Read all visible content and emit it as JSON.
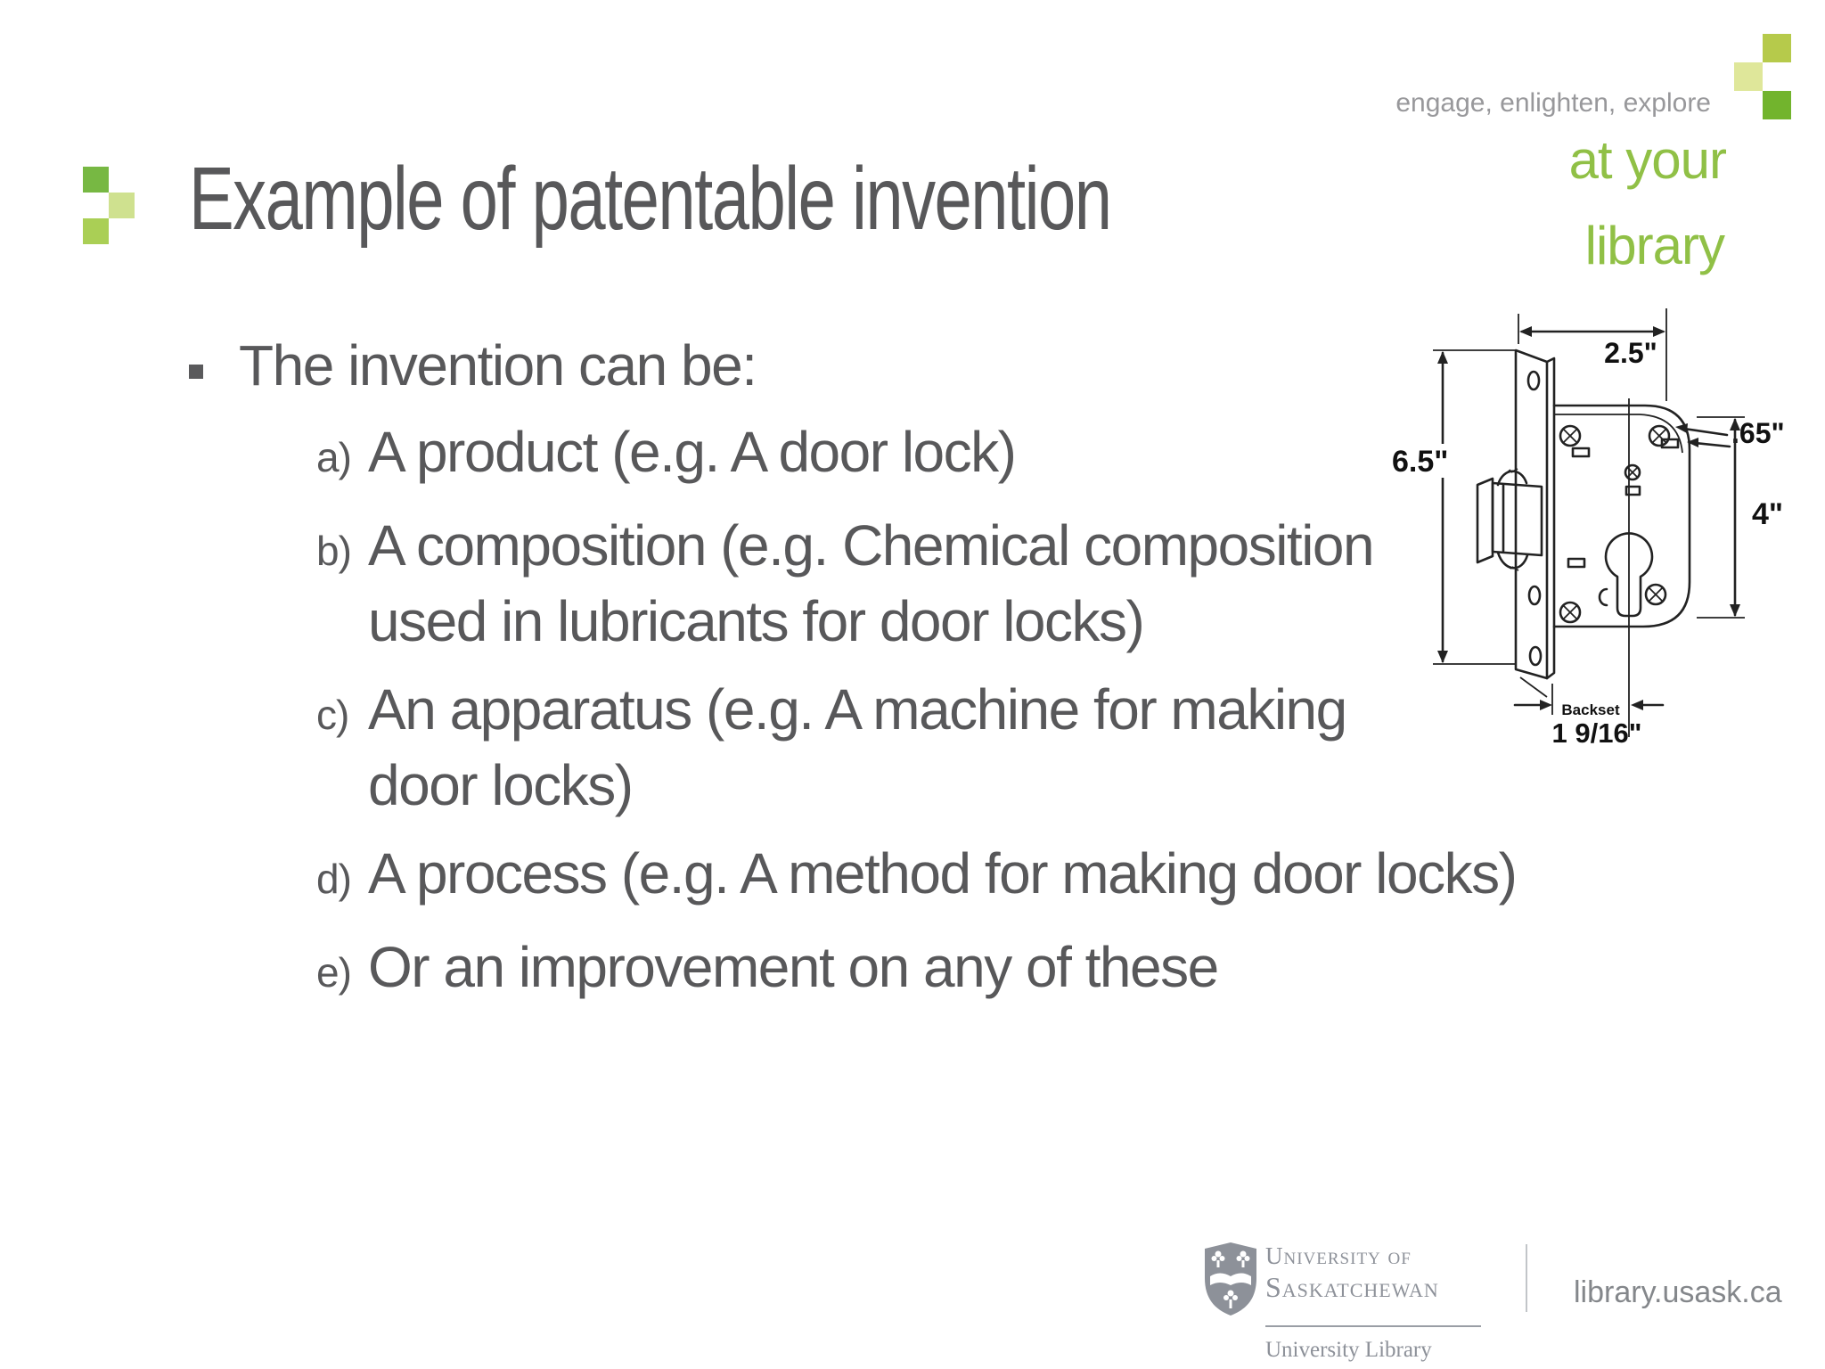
{
  "slide": {
    "title": "Example of patentable invention",
    "intro": "The invention can be:",
    "items": [
      {
        "label": "a)",
        "text": "A product (e.g. A door lock)"
      },
      {
        "label": "b)",
        "text": "A composition (e.g. Chemical composition\nused in lubricants for door locks)"
      },
      {
        "label": "c)",
        "text": "An apparatus (e.g. A machine for making\ndoor locks)"
      },
      {
        "label": "d)",
        "text": "A process (e.g. A method for making door locks)"
      },
      {
        "label": "e)",
        "text": "Or an improvement on any of these"
      }
    ]
  },
  "brand": {
    "tagline": "engage, enlighten, explore",
    "wordmark_line1": "at your",
    "wordmark_line2": "library",
    "colors": {
      "title_square_dark": "#77b843",
      "title_square_pale": "#cfe18f",
      "title_square_mid": "#aacf55",
      "logo_square_olive": "#b6ca4b",
      "logo_square_pale": "#dfe79a",
      "logo_square_green": "#72b42d",
      "green_text": "#90c046",
      "body_gray": "#58585a",
      "tagline_gray": "#98989b",
      "footer_gray": "#8d9199"
    }
  },
  "diagram": {
    "labels": {
      "width": "2.5\"",
      "edge_thickness": ".65\"",
      "faceplate_height": "6.5\"",
      "body_height": "4\"",
      "backset_caption": "Backset",
      "backset_value": "1 9/16\""
    }
  },
  "footer": {
    "university_line1": "University of",
    "university_line2": "Saskatchewan",
    "department": "University Library",
    "website": "library.usask.ca"
  }
}
